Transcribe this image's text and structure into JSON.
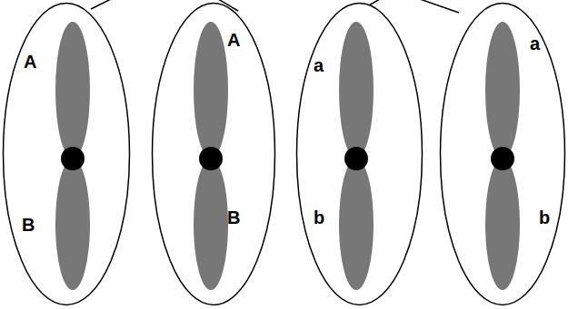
{
  "diagram": {
    "nodes": [
      {
        "text": [
          "A",
          "B"
        ]
      },
      {
        "text": [
          "A",
          "B"
        ]
      },
      {
        "text": [
          "a",
          "b"
        ]
      },
      {
        "text": [
          "a",
          "b"
        ]
      }
    ]
  }
}
